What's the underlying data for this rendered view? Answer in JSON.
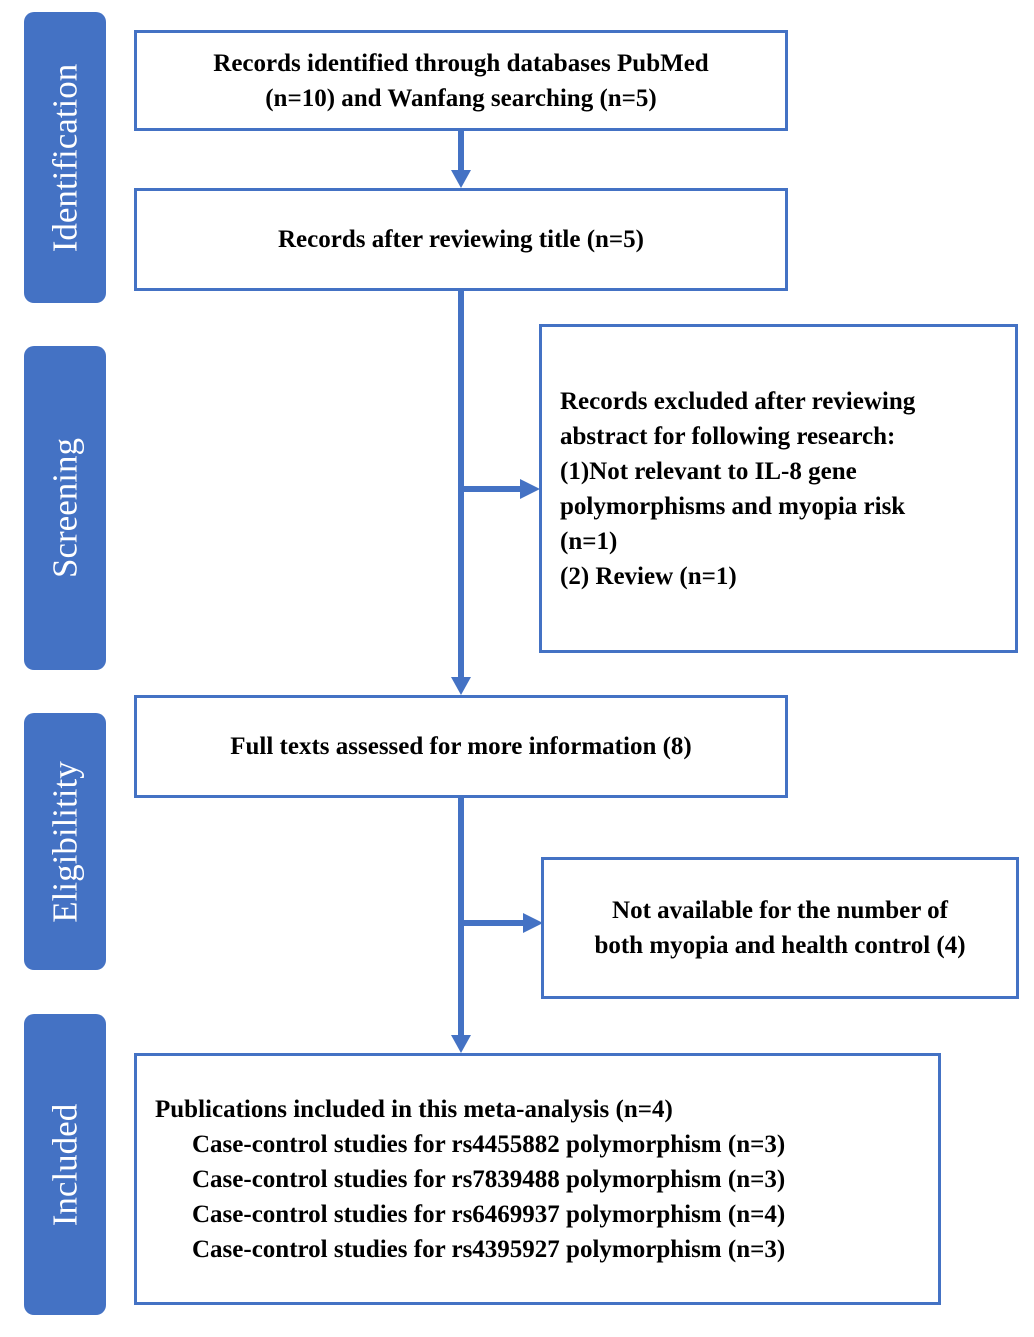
{
  "stages": [
    {
      "label": "Identification"
    },
    {
      "label": "Screening"
    },
    {
      "label": "Eligibilitity"
    },
    {
      "label": "Included"
    }
  ],
  "boxes": {
    "identified": [
      "Records identified through databases PubMed",
      "(n=10) and Wanfang searching (n=5)"
    ],
    "after_title": "Records after reviewing title (n=5)",
    "excluded_abstract": [
      "Records excluded after reviewing",
      "abstract for following research:",
      "(1)Not relevant to IL-8 gene",
      "polymorphisms and myopia risk",
      "(n=1)",
      "(2) Review (n=1)"
    ],
    "full_texts": "Full texts assessed for more information (8)",
    "not_available": [
      "Not available for the number of",
      "both myopia and health control (4)"
    ],
    "included": {
      "heading": "Publications included in this meta-analysis (n=4)",
      "items": [
        "Case-control studies for rs4455882 polymorphism (n=3)",
        "Case-control studies for rs7839488 polymorphism (n=3)",
        "Case-control studies for rs6469937 polymorphism (n=4)",
        "Case-control studies for rs4395927 polymorphism (n=3)"
      ]
    }
  },
  "colors": {
    "accent": "#4472c4",
    "stage_text": "#ffffff",
    "box_text": "#000000"
  }
}
